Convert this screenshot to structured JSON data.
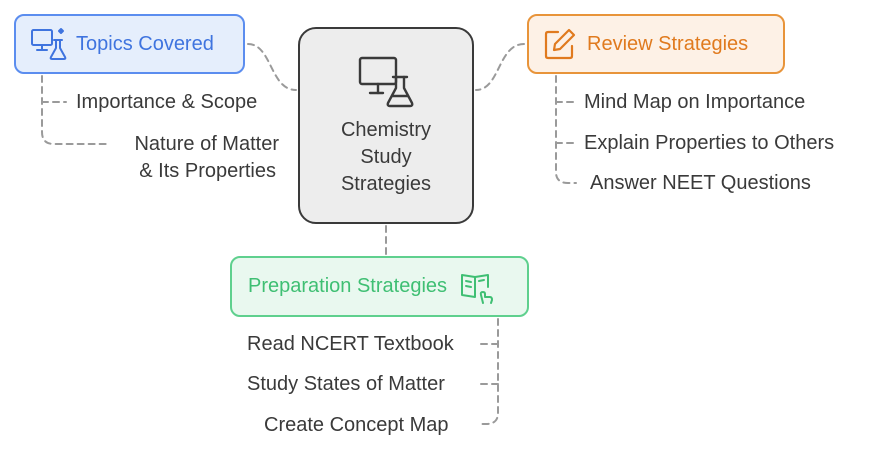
{
  "center": {
    "title_lines": [
      "Chemistry",
      "Study",
      "Strategies"
    ],
    "icon": "computer-lab-flask-icon"
  },
  "topics": {
    "label": "Topics Covered",
    "icon": "computer-science-icon",
    "items": [
      "Importance & Scope",
      "Nature of Matter",
      "& Its Properties"
    ]
  },
  "review": {
    "label": "Review Strategies",
    "icon": "edit-pencil-icon",
    "items": [
      "Mind Map on Importance",
      "Explain Properties to Others",
      "Answer NEET Questions"
    ]
  },
  "preparation": {
    "label": "Preparation Strategies",
    "icon": "open-book-pointer-icon",
    "items": [
      "Read NCERT Textbook",
      "Study States of Matter",
      "Create Concept Map"
    ]
  },
  "colors": {
    "topics_accent": "#5b8def",
    "review_accent": "#e8943a",
    "preparation_accent": "#5fd08e",
    "center_border": "#3a3a3a",
    "connector": "#9a9a9a"
  }
}
